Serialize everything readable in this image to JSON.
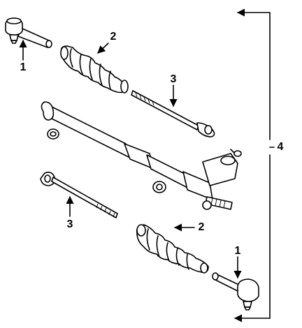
{
  "callouts": {
    "tie_rod_end_top": "1",
    "boot_top": "2",
    "inner_tie_rod_top": "3",
    "assembly": "4",
    "inner_tie_rod_bottom": "3",
    "boot_bottom": "2",
    "tie_rod_end_bottom": "1"
  }
}
